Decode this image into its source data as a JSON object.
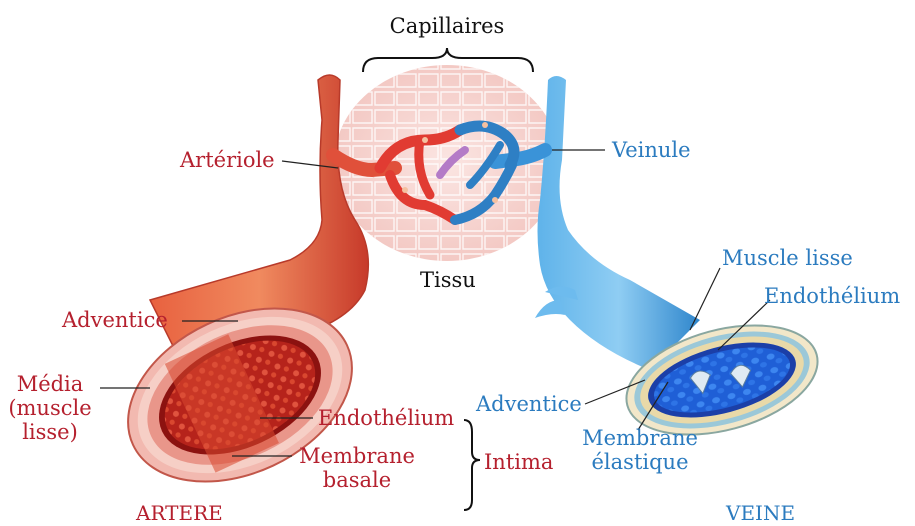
{
  "labels": {
    "capillaires": "Capillaires",
    "arteriole": "Artériole",
    "veinule": "Veinule",
    "tissu": "Tissu",
    "adventice_artere": "Adventice",
    "media_line1": "Média",
    "media_line2": "(muscle",
    "media_line3": "lisse)",
    "endothelium_artere": "Endothélium",
    "membrane_basale_line1": "Membrane",
    "membrane_basale_line2": "basale",
    "intima": "Intima",
    "artere": "ARTERE",
    "muscle_lisse_veine": "Muscle lisse",
    "endothelium_veine": "Endothélium",
    "adventice_veine": "Adventice",
    "membrane_elastique_line1": "Membrane",
    "membrane_elastique_line2": "élastique",
    "veine": "VEINE"
  },
  "colors": {
    "artery_label": "#b5202e",
    "vein_label": "#2b7bbf",
    "artery": "#d93a2e",
    "vein": "#3a93d8",
    "tissue": "#f7d7d3"
  },
  "icons": {
    "artery": "artery-cross-section",
    "vein": "vein-cross-section",
    "capillary_bed": "capillary-network"
  }
}
